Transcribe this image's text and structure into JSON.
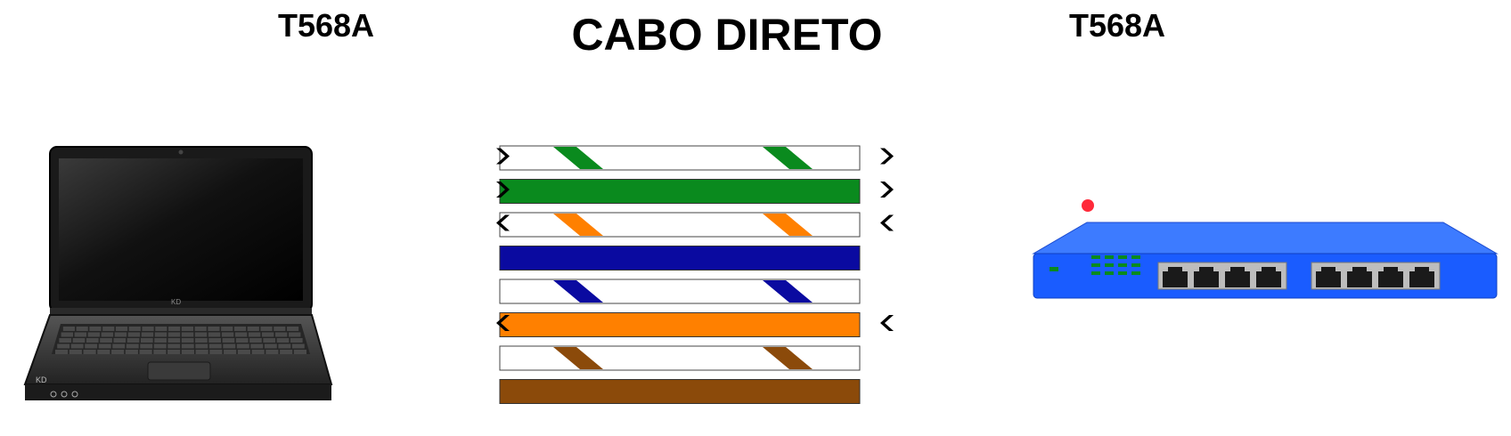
{
  "title": "CABO DIRETO",
  "left_standard": "T568A",
  "right_standard": "T568A",
  "laptop_logo": "KD",
  "colors": {
    "green": "#0a8a1e",
    "orange": "#ff8000",
    "blue": "#0a0aa0",
    "brown": "#8b4a0a",
    "white": "#ffffff",
    "switch_blue": "#1a5cff",
    "led_red": "#ff2a3a"
  },
  "wires": [
    {
      "pin": 1,
      "color": "green",
      "striped": true,
      "arrow": "right"
    },
    {
      "pin": 2,
      "color": "green",
      "striped": false,
      "arrow": "right"
    },
    {
      "pin": 3,
      "color": "orange",
      "striped": true,
      "arrow": "left"
    },
    {
      "pin": 4,
      "color": "blue",
      "striped": false,
      "arrow": "none"
    },
    {
      "pin": 5,
      "color": "blue",
      "striped": true,
      "arrow": "none"
    },
    {
      "pin": 6,
      "color": "orange",
      "striped": false,
      "arrow": "left"
    },
    {
      "pin": 7,
      "color": "brown",
      "striped": true,
      "arrow": "none"
    },
    {
      "pin": 8,
      "color": "brown",
      "striped": false,
      "arrow": "none"
    }
  ],
  "switch_ports": 8
}
